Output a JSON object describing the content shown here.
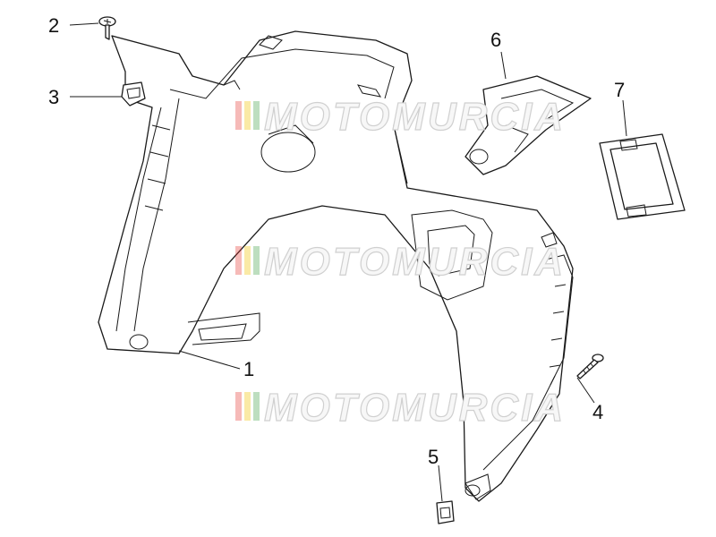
{
  "callouts": [
    {
      "id": "c1",
      "label": "1"
    },
    {
      "id": "c2",
      "label": "2"
    },
    {
      "id": "c3",
      "label": "3"
    },
    {
      "id": "c4",
      "label": "4"
    },
    {
      "id": "c5",
      "label": "5"
    },
    {
      "id": "c6",
      "label": "6"
    },
    {
      "id": "c7",
      "label": "7"
    }
  ],
  "watermark": {
    "text": "MOTOMURCIA",
    "stripe_colors": [
      "#e53935",
      "#f2c200",
      "#43a047"
    ]
  }
}
